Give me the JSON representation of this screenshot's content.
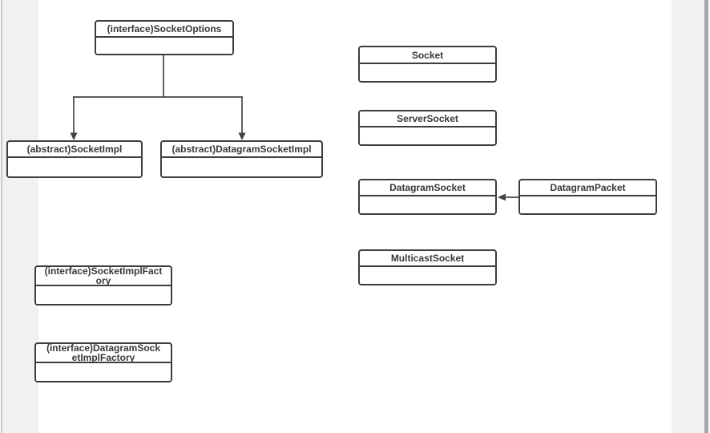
{
  "canvas": {
    "background_color": "#f1f1f2",
    "page_color": "#ffffff",
    "scrollbar_color": "#a8a8a8"
  },
  "diagram": {
    "box_border_color": "#3d3d3d",
    "text_color": "#383838",
    "connector_color": "#454545",
    "boxes": [
      {
        "id": "socket-options",
        "title": "(interface)SocketOptions"
      },
      {
        "id": "socket-impl",
        "title": "(abstract)SocketImpl"
      },
      {
        "id": "datagram-socket-impl",
        "title": "(abstract)DatagramSocketImpl"
      },
      {
        "id": "socket",
        "title": "Socket"
      },
      {
        "id": "server-socket",
        "title": "ServerSocket"
      },
      {
        "id": "datagram-socket",
        "title": "DatagramSocket"
      },
      {
        "id": "datagram-packet",
        "title": "DatagramPacket"
      },
      {
        "id": "multicast-socket",
        "title": "MulticastSocket"
      },
      {
        "id": "socket-impl-factory",
        "title": "(interface)SocketImplFact\nory"
      },
      {
        "id": "datagram-sock-impl-factory",
        "title": "(interface)DatagramSock\netImplFactory"
      }
    ],
    "connectors": [
      {
        "id": "socketoptions-to-socketimpl",
        "type": "inheritance-tree-branch"
      },
      {
        "id": "socketoptions-to-datagramsocketimpl",
        "type": "inheritance-tree-branch"
      },
      {
        "id": "datagrampacket-to-datagramsocket",
        "type": "association-arrow"
      }
    ]
  }
}
